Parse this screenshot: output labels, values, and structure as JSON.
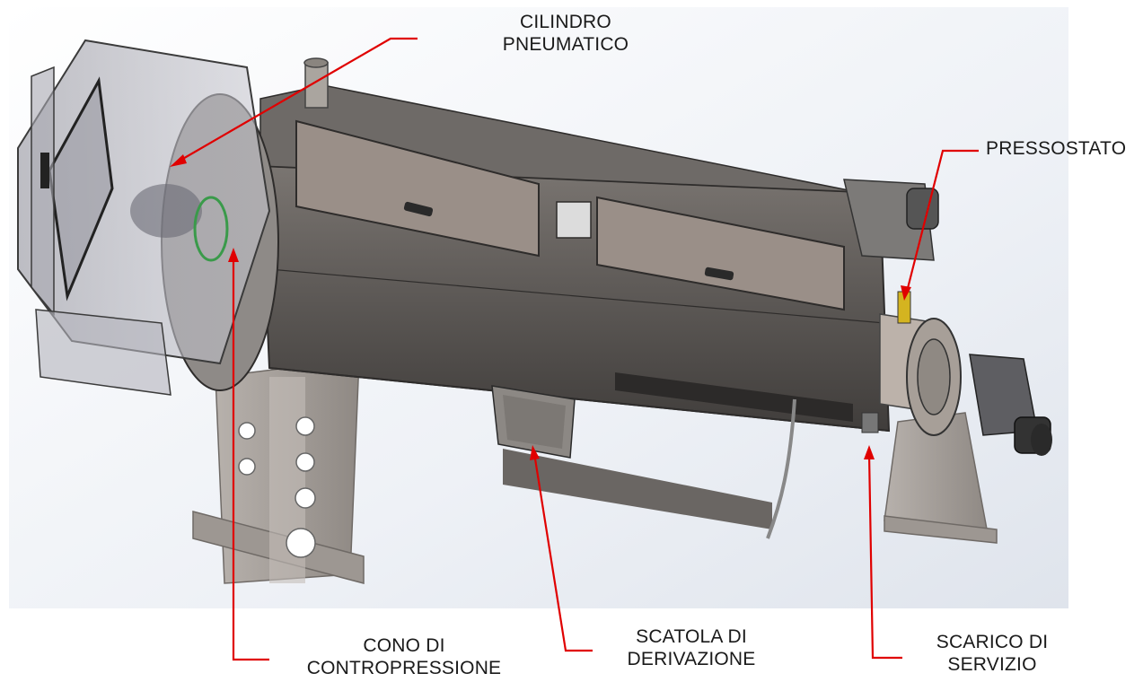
{
  "labels": {
    "cilindro": {
      "line1": "CILINDRO",
      "line2": "PNEUMATICO"
    },
    "pressostato": {
      "line1": "PRESSOSTATO"
    },
    "cono": {
      "line1": "CONO DI",
      "line2": "CONTROPRESSIONE"
    },
    "scatola": {
      "line1": "SCATOLA DI",
      "line2": "DERIVAZIONE"
    },
    "scarico": {
      "line1": "SCARICO DI",
      "line2": "SERVIZIO"
    }
  },
  "colors": {
    "leader": "#e00000",
    "body": "#5f5b58",
    "body_dark": "#4a4745",
    "panel": "#9a8f88",
    "glass": "#b8b8c0",
    "stand": "#a9a39e",
    "background_tint": "#e4e8f0"
  }
}
